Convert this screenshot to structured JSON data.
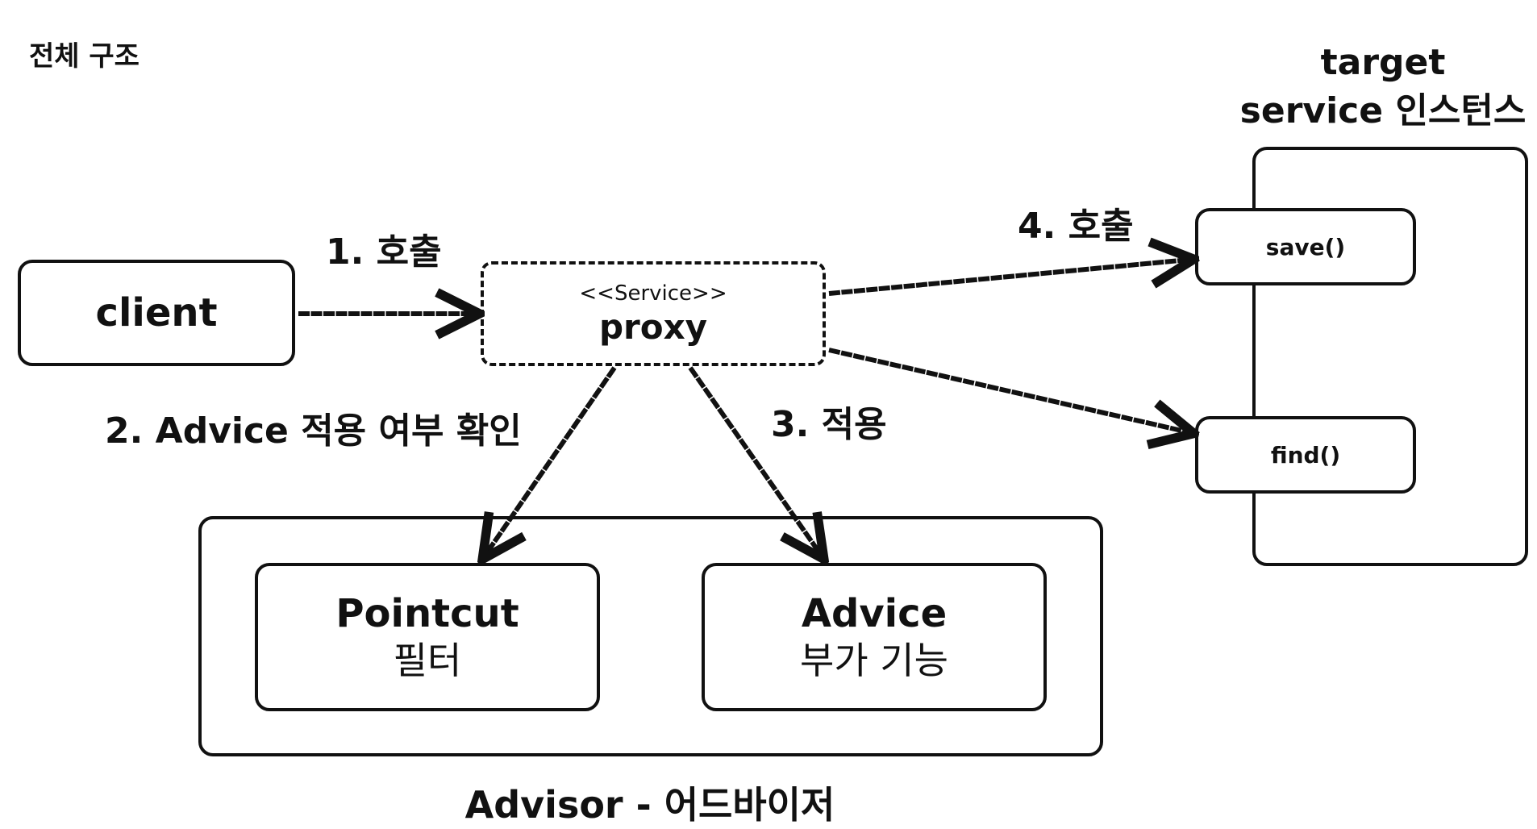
{
  "title": "전체 구조",
  "client": {
    "label": "client"
  },
  "proxy": {
    "stereotype": "<<Service>>",
    "label": "proxy"
  },
  "target": {
    "heading_line1": "target",
    "heading_line2": "service 인스턴스",
    "methods": [
      "save()",
      "find()"
    ]
  },
  "advisor": {
    "label": "Advisor - 어드바이저",
    "pointcut": {
      "title": "Pointcut",
      "subtitle": "필터"
    },
    "advice": {
      "title": "Advice",
      "subtitle": "부가 기능"
    }
  },
  "steps": {
    "step1": "1. 호출",
    "step2": "2. Advice 적용 여부 확인",
    "step3": "3. 적용",
    "step4": "4. 호출"
  },
  "colors": {
    "stroke": "#111111",
    "background": "#ffffff"
  }
}
